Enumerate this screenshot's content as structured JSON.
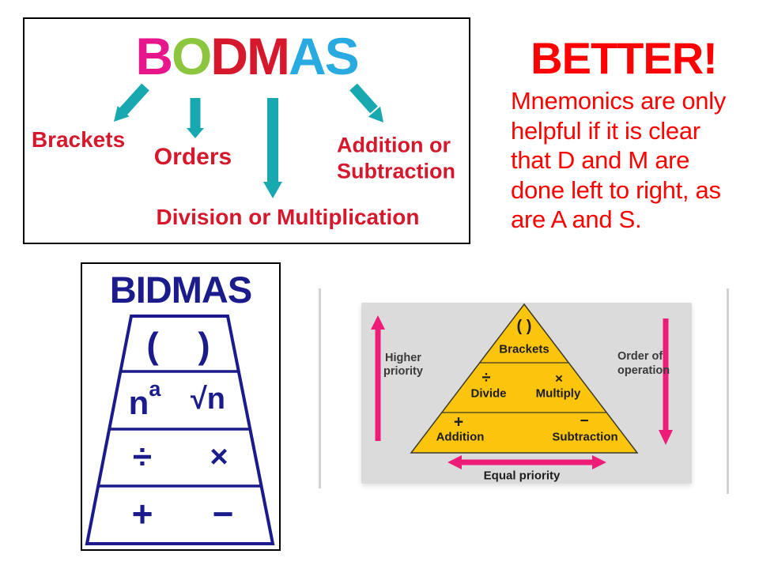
{
  "bodmas": {
    "letters": [
      {
        "ch": "B",
        "color": "#E8168C"
      },
      {
        "ch": "O",
        "color": "#8CC63F"
      },
      {
        "ch": "D",
        "color": "#D6182D"
      },
      {
        "ch": "M",
        "color": "#D6182D"
      },
      {
        "ch": "A",
        "color": "#29ABE2"
      },
      {
        "ch": "S",
        "color": "#29ABE2"
      }
    ],
    "arrow_color": "#17A8B0",
    "label_color": "#D6182D",
    "labels": {
      "brackets": "Brackets",
      "orders": "Orders",
      "addsub_line1": "Addition or",
      "addsub_line2": "Subtraction",
      "divmul": "Division or Multiplication"
    }
  },
  "better": {
    "title": "BETTER!",
    "color": "#FF0000",
    "lines": [
      "Mnemonics are only",
      "helpful if it is clear",
      "that D and M are",
      "done left to right, as",
      "are A and S."
    ]
  },
  "bidmas": {
    "title": "BIDMAS",
    "color": "#1B1B8C",
    "row1_left": "(",
    "row1_right": ")",
    "row2_base": "n",
    "row2_sup": "a",
    "row2_right": "√n",
    "row3_left": "÷",
    "row3_right": "×",
    "row4_left": "+",
    "row4_right": "−"
  },
  "pyramid": {
    "bg_color": "#DBDBDB",
    "triangle_color": "#FBC40D",
    "arrow_color": "#EC1C78",
    "top_symbol": "( )",
    "top_label": "Brackets",
    "mid_left_symbol": "÷",
    "mid_left_label": "Divide",
    "mid_right_symbol": "×",
    "mid_right_label": "Multiply",
    "bot_left_symbol": "+",
    "bot_left_label": "Addition",
    "bot_right_symbol": "−",
    "bot_right_label": "Subtraction",
    "left_label_line1": "Higher",
    "left_label_line2": "priority",
    "right_label_line1": "Order of",
    "right_label_line2": "operation",
    "bottom_label": "Equal priority"
  }
}
